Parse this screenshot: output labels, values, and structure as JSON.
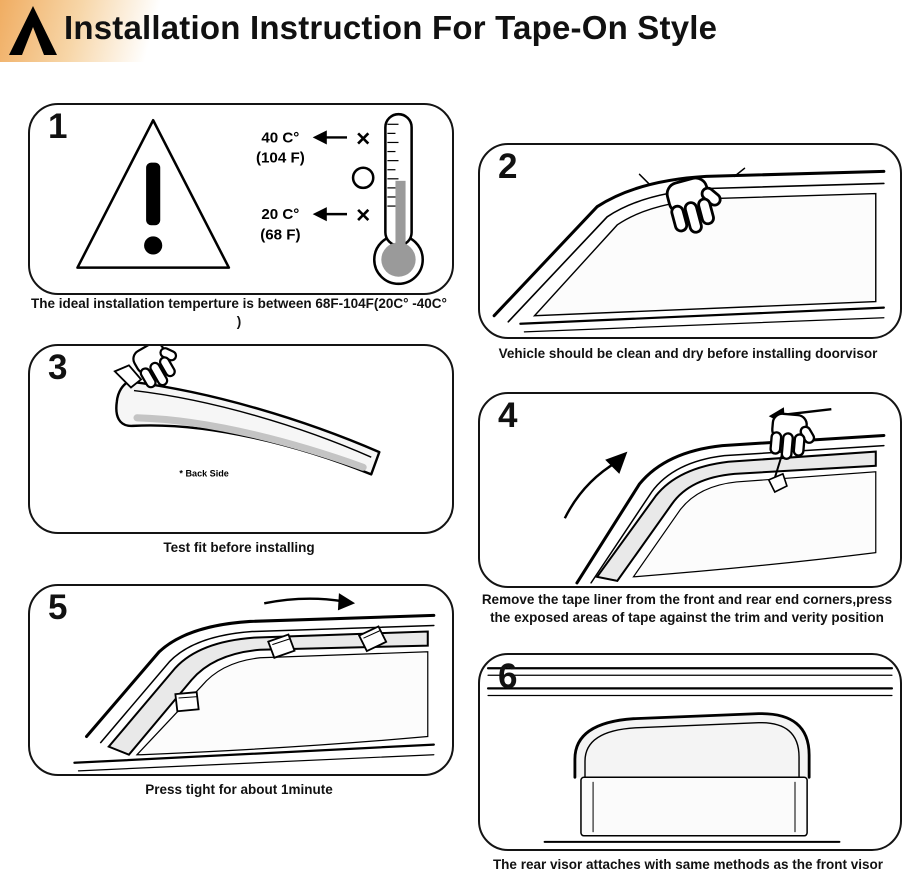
{
  "title": "Installation Instruction For Tape-On Style",
  "panels": [
    {
      "number": "1",
      "caption": "The ideal installation temperture is between 68F-104F(20C° -40C° )",
      "temp_high_c": "40 C°",
      "temp_high_f": "(104 F)",
      "temp_low_c": "20 C°",
      "temp_low_f": "(68 F)",
      "cross_symbol": "×"
    },
    {
      "number": "2",
      "caption": "Vehicle should be clean and dry before installing doorvisor"
    },
    {
      "number": "3",
      "caption": "Test fit before installing",
      "back_side_label": "* Back Side"
    },
    {
      "number": "4",
      "caption": "Remove the tape liner from the front and rear end corners,press the exposed areas of tape against the trim and verity position"
    },
    {
      "number": "5",
      "caption": "Press tight for about 1minute"
    },
    {
      "number": "6",
      "caption": "The rear visor attaches with same methods as the front visor"
    }
  ],
  "colors": {
    "ink": "#141414",
    "shade_gray": "#9a9a9a",
    "glow_orange": "#f0ad62"
  }
}
